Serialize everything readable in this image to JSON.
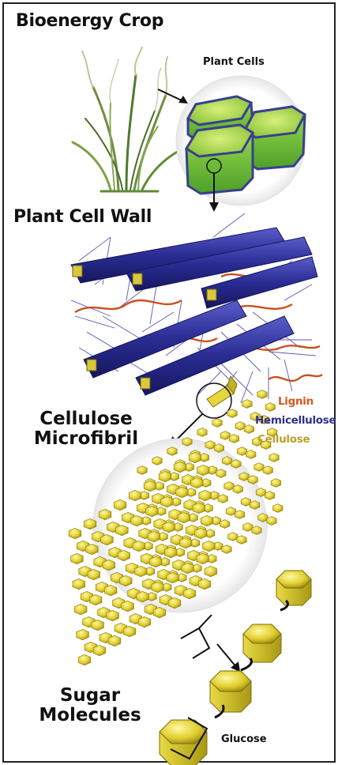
{
  "labels": {
    "bioenergy_crop": "Bioenergy Crop",
    "plant_cells": "Plant Cells",
    "plant_cell_wall": "Plant Cell Wall",
    "cellulose_microfibril_line1": "Cellulose",
    "cellulose_microfibril_line2": "Microfibril",
    "sugar_molecules_line1": "Sugar",
    "sugar_molecules_line2": "Molecules",
    "glucose": "Glucose"
  },
  "legend": [
    {
      "label": "Lignin",
      "color": "#d8561f"
    },
    {
      "label": "Hemicellulose",
      "color": "#2f2f8f"
    },
    {
      "label": "Cellulose",
      "color": "#b8a02a"
    }
  ],
  "colors": {
    "cell_green": "#8fd448",
    "cell_outline": "#3a3f8f",
    "fiber_blue": "#2d2f94",
    "lignin_orange": "#c9501f",
    "cellulose_yellow": "#e2d233",
    "grass_green": "#5f8a3a"
  }
}
